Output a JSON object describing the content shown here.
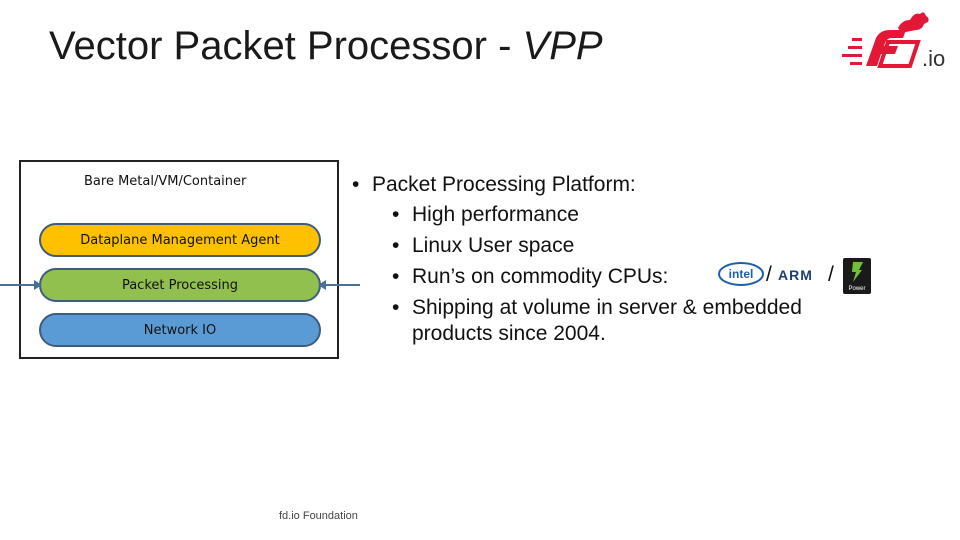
{
  "slide": {
    "title_main": "Vector Packet Processor - ",
    "title_em": "VPP",
    "logo": {
      "suffix": ".io",
      "icon": "fd.io-logo",
      "brand_color": "#e31837"
    },
    "diagram": {
      "container_label": "Bare Metal/VM/Container",
      "layers": [
        {
          "label": "Dataplane Management Agent",
          "color": "#ffc000"
        },
        {
          "label": "Packet Processing",
          "color": "#92c04f"
        },
        {
          "label": "Network IO",
          "color": "#5b9bd5"
        }
      ]
    },
    "bullets": {
      "main": "Packet Processing Platform:",
      "sub": [
        "High performance",
        "Linux User space",
        "Run’s on commodity CPUs:",
        "Shipping at volume in server & embedded",
        "products since 2004."
      ],
      "bullet_char": "•",
      "cpu_logos": {
        "intel": "intel",
        "slash1": "/",
        "arm": "ARM",
        "slash2": "/",
        "power": "Power"
      }
    },
    "footer": "fd.io Foundation"
  }
}
